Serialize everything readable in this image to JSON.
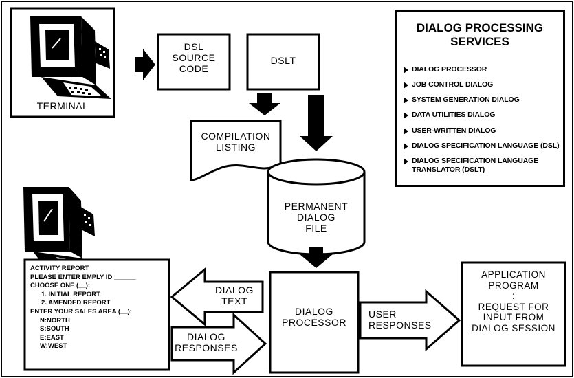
{
  "terminal": {
    "label": "TERMINAL"
  },
  "dsl_source": {
    "lines": [
      "DSL",
      "SOURCE",
      "CODE"
    ]
  },
  "dslt": {
    "label": "DSLT"
  },
  "compilation_listing": {
    "lines": [
      "COMPILATION",
      "LISTING"
    ]
  },
  "permanent_dialog_file": {
    "lines": [
      "PERMANENT",
      "DIALOG",
      "FILE"
    ]
  },
  "dialog_processor": {
    "lines": [
      "DIALOG",
      "PROCESSOR"
    ]
  },
  "dialog_text": {
    "lines": [
      "DIALOG",
      "TEXT"
    ]
  },
  "dialog_responses": {
    "lines": [
      "DIALOG",
      "RESPONSES"
    ]
  },
  "user_responses": {
    "lines": [
      "USER",
      "RESPONSES"
    ]
  },
  "application_program": {
    "lines": [
      "APPLICATION",
      "PROGRAM",
      ":",
      "REQUEST FOR",
      "INPUT FROM",
      "DIALOG SESSION"
    ]
  },
  "services": {
    "title_line1": "DIALOG PROCESSING",
    "title_line2": "SERVICES",
    "items": [
      "DIALOG PROCESSOR",
      "JOB CONTROL DIALOG",
      "SYSTEM GENERATION DIALOG",
      "DATA UTILITIES DIALOG",
      "USER-WRITTEN DIALOG",
      "DIALOG SPECIFICATION LANGUAGE (DSL)",
      "DIALOG SPECIFICATION LANGUAGE TRANSLATOR (DSLT)"
    ]
  },
  "screen": {
    "title": "ACTIVITY REPORT",
    "prompt_id": "PLEASE ENTER EMPLY ID ______",
    "choose": "CHOOSE ONE (__):",
    "options": [
      "1.  INITIAL REPORT",
      "2.  AMENDED REPORT"
    ],
    "sales_prompt": "ENTER YOUR SALES AREA (__):",
    "areas": [
      "N:NORTH",
      "S:SOUTH",
      "E:EAST",
      "W:WEST"
    ]
  }
}
